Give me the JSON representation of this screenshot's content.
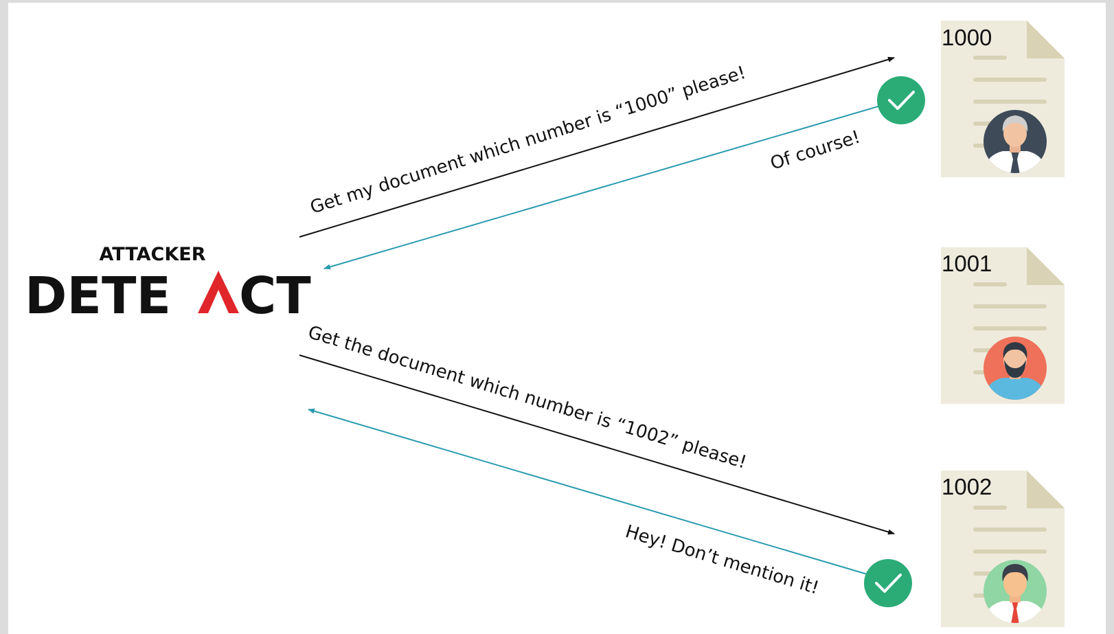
{
  "actor": {
    "role_label": "ATTACKER",
    "brand": {
      "part1": "DETE",
      "part2": "CT",
      "accent_color": "#e0262b"
    }
  },
  "requests": [
    {
      "text": "Get my document which number is “1000” please!"
    },
    {
      "text": "Get the document which number is “1002” please!"
    }
  ],
  "responses": [
    {
      "text": "Of course!",
      "status_icon": "check-circle-icon"
    },
    {
      "text": "Hey! Don’t mention it!",
      "status_icon": "check-circle-icon"
    }
  ],
  "documents": [
    {
      "number": "1000",
      "owner_icon": "avatar-man-tie-icon"
    },
    {
      "number": "1001",
      "owner_icon": "avatar-bearded-man-icon"
    },
    {
      "number": "1002",
      "owner_icon": "avatar-man-red-tie-icon"
    }
  ],
  "colors": {
    "request_arrow": "#111111",
    "response_arrow": "#2a9bb0",
    "check_badge": "#2bac77",
    "document_paper": "#eeebdd",
    "document_lines": "#d8d2b6"
  }
}
